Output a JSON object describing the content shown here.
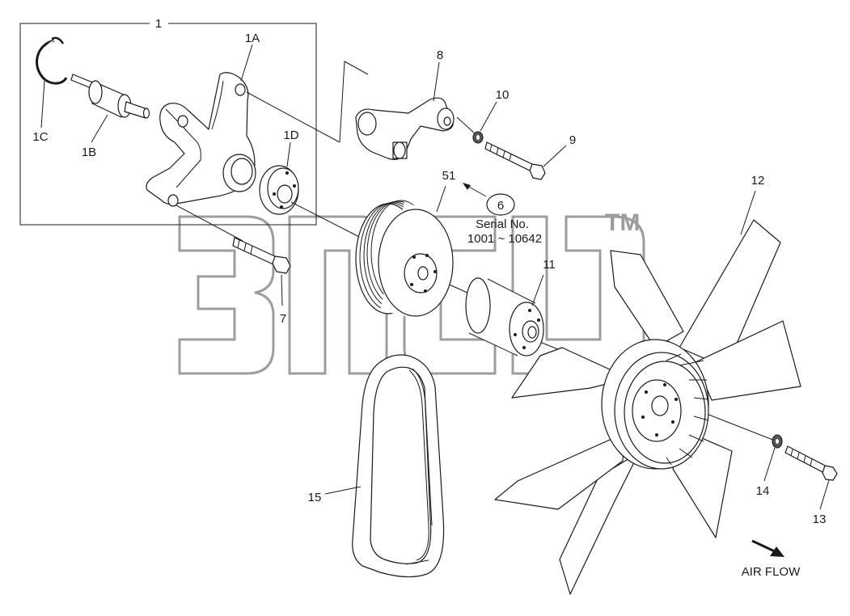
{
  "diagram": {
    "labels": {
      "group": "1",
      "bracket": "1A",
      "spindle": "1B",
      "snap_ring": "1C",
      "hub": "1D",
      "pulley_bolt": "7",
      "fan_bracket": "8",
      "bracket_bolt": "9",
      "bracket_washer": "10",
      "fan_spacer": "11",
      "fan": "12",
      "fan_bolt": "13",
      "fan_washer": "14",
      "belt": "15",
      "pulley": "51",
      "ref_note": "6"
    },
    "serial_heading": "Serial No.",
    "serial_range": "1001 ~ 10642",
    "airflow": "AIR FLOW",
    "watermark_tm": "TM"
  }
}
